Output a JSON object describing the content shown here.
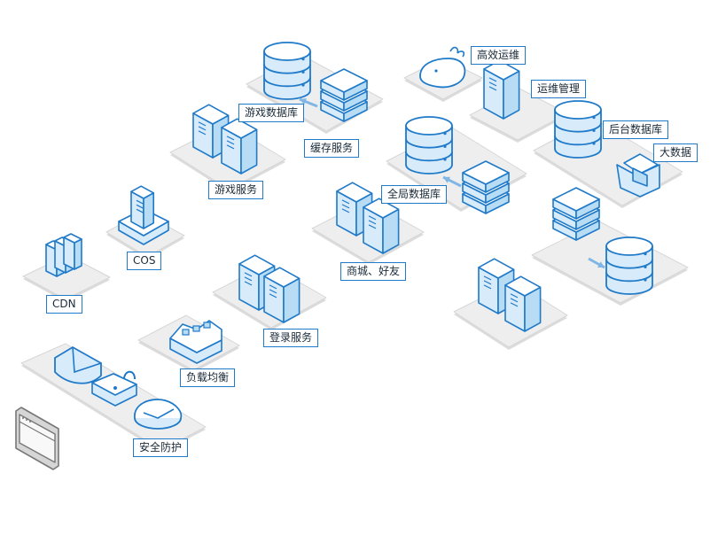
{
  "diagram": {
    "accent_color": "#1f7ac9",
    "fill_color": "#d8ebfa",
    "platform_color": "#eeeeee",
    "labels": {
      "game_db": "游戏数据库",
      "cache_service": "缓存服务",
      "game_service": "游戏服务",
      "global_db": "全局数据库",
      "mall_friends": "商城、好友",
      "efficient_ops": "高效运维",
      "ops_mgmt": "运维管理",
      "backend_db": "后台数据库",
      "big_data": "大数据",
      "cos": "COS",
      "cdn": "CDN",
      "login_service": "登录服务",
      "load_balance": "负载均衡",
      "security": "安全防护"
    },
    "icons": [
      "database-icon",
      "server-icon",
      "cache-stack-icon",
      "building-icon",
      "book-stack-icon",
      "load-balancer-icon",
      "shield-icon",
      "lock-icon",
      "radar-icon",
      "whale-icon",
      "big-data-icon",
      "browser-window-icon"
    ]
  }
}
